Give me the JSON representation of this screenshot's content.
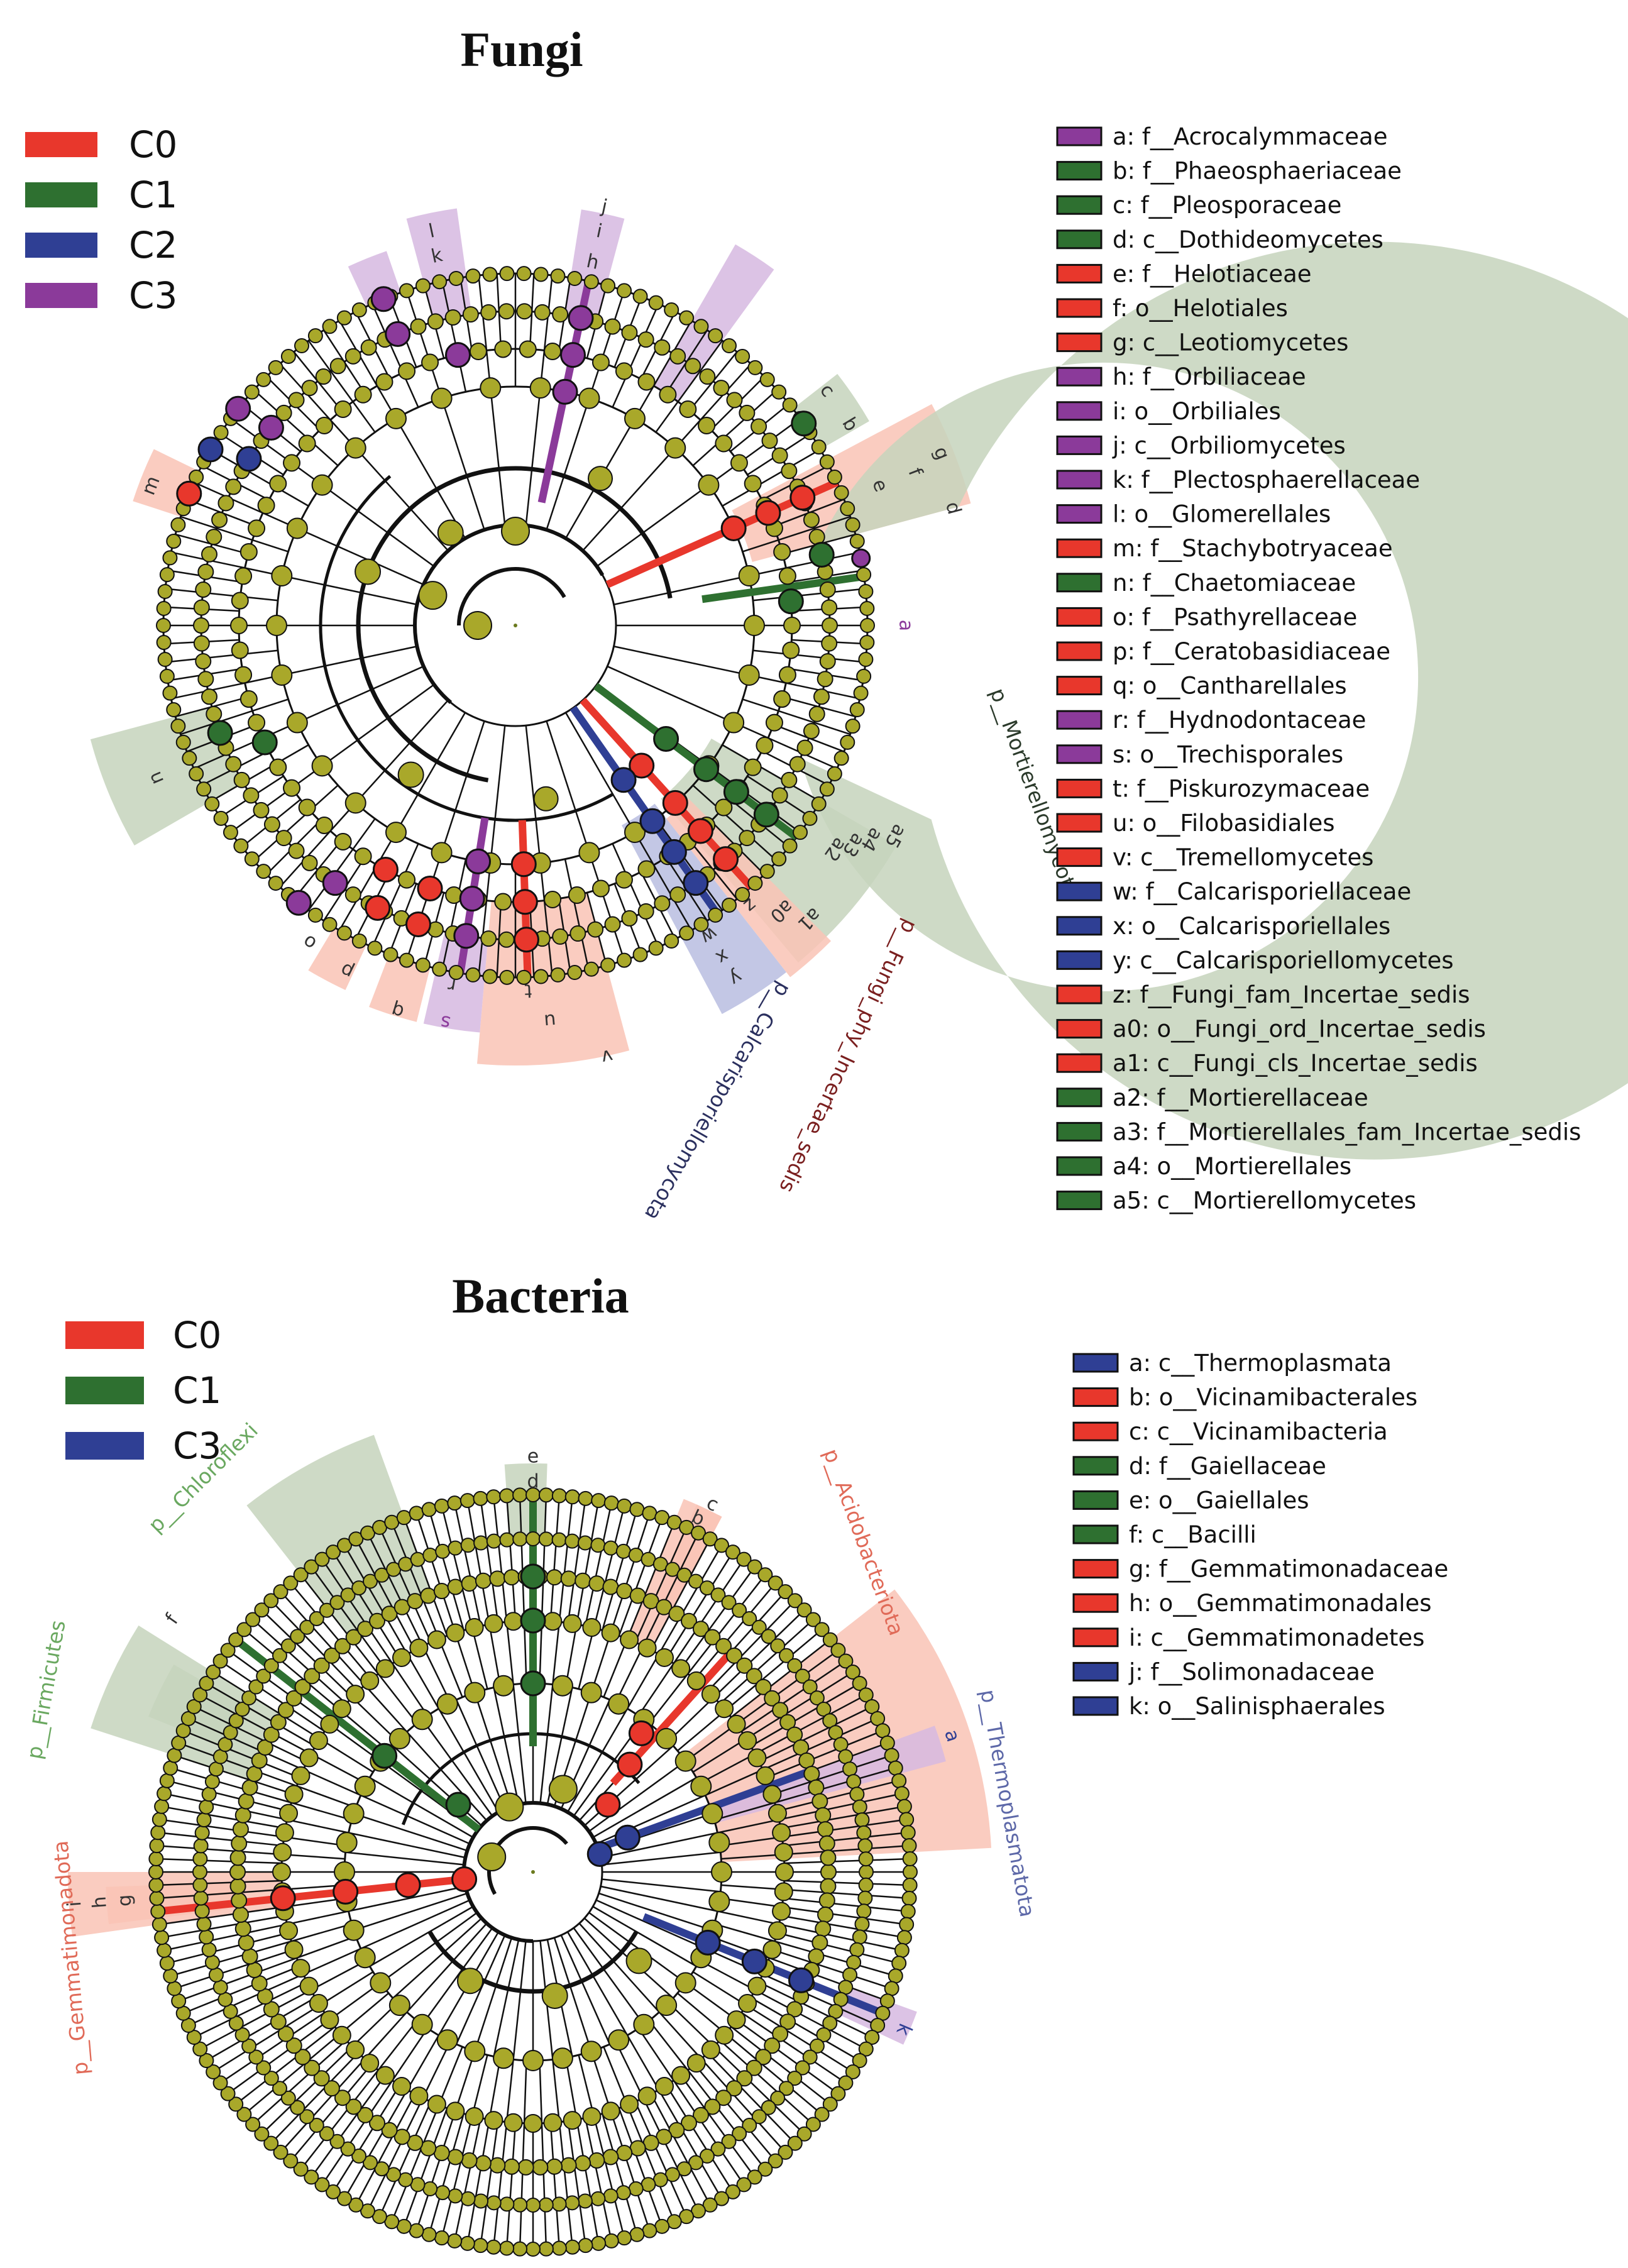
{
  "panels": [
    {
      "id": "fungi",
      "title": "Fungi",
      "groups": [
        {
          "name": "C0",
          "color": "#e8372c"
        },
        {
          "name": "C1",
          "color": "#2e7030"
        },
        {
          "name": "C2",
          "color": "#2f3f94"
        },
        {
          "name": "C3",
          "color": "#8b3a9a"
        }
      ],
      "key": [
        {
          "code": "a",
          "label": "a: f__Acrocalymmaceae",
          "group": "C3"
        },
        {
          "code": "b",
          "label": "b: f__Phaeosphaeriaceae",
          "group": "C1"
        },
        {
          "code": "c",
          "label": "c: f__Pleosporaceae",
          "group": "C1"
        },
        {
          "code": "d",
          "label": "d: c__Dothideomycetes",
          "group": "C1"
        },
        {
          "code": "e",
          "label": "e: f__Helotiaceae",
          "group": "C0"
        },
        {
          "code": "f",
          "label": "f: o__Helotiales",
          "group": "C0"
        },
        {
          "code": "g",
          "label": "g: c__Leotiomycetes",
          "group": "C0"
        },
        {
          "code": "h",
          "label": "h: f__Orbiliaceae",
          "group": "C3"
        },
        {
          "code": "i",
          "label": "i: o__Orbiliales",
          "group": "C3"
        },
        {
          "code": "j",
          "label": "j: c__Orbiliomycetes",
          "group": "C3"
        },
        {
          "code": "k",
          "label": "k: f__Plectosphaerellaceae",
          "group": "C3"
        },
        {
          "code": "l",
          "label": "l: o__Glomerellales",
          "group": "C3"
        },
        {
          "code": "m",
          "label": "m: f__Stachybotryaceae",
          "group": "C0"
        },
        {
          "code": "n",
          "label": "n: f__Chaetomiaceae",
          "group": "C1"
        },
        {
          "code": "o",
          "label": "o: f__Psathyrellaceae",
          "group": "C0"
        },
        {
          "code": "p",
          "label": "p: f__Ceratobasidiaceae",
          "group": "C0"
        },
        {
          "code": "q",
          "label": "q: o__Cantharellales",
          "group": "C0"
        },
        {
          "code": "r",
          "label": "r: f__Hydnodontaceae",
          "group": "C3"
        },
        {
          "code": "s",
          "label": "s: o__Trechisporales",
          "group": "C3"
        },
        {
          "code": "t",
          "label": "t: f__Piskurozymaceae",
          "group": "C0"
        },
        {
          "code": "u",
          "label": "u: o__Filobasidiales",
          "group": "C0"
        },
        {
          "code": "v",
          "label": "v: c__Tremellomycetes",
          "group": "C0"
        },
        {
          "code": "w",
          "label": "w: f__Calcarisporiellaceae",
          "group": "C2"
        },
        {
          "code": "x",
          "label": "x: o__Calcarisporiellales",
          "group": "C2"
        },
        {
          "code": "y",
          "label": "y: c__Calcarisporiellomycetes",
          "group": "C2"
        },
        {
          "code": "z",
          "label": "z: f__Fungi_fam_Incertae_sedis",
          "group": "C0"
        },
        {
          "code": "a0",
          "label": "a0: o__Fungi_ord_Incertae_sedis",
          "group": "C0"
        },
        {
          "code": "a1",
          "label": "a1: c__Fungi_cls_Incertae_sedis",
          "group": "C0"
        },
        {
          "code": "a2",
          "label": "a2: f__Mortierellaceae",
          "group": "C1"
        },
        {
          "code": "a3",
          "label": "a3: f__Mortierellales_fam_Incertae_sedis",
          "group": "C1"
        },
        {
          "code": "a4",
          "label": "a4: o__Mortierellales",
          "group": "C1"
        },
        {
          "code": "a5",
          "label": "a5: c__Mortierellomycetes",
          "group": "C1"
        }
      ],
      "phyla": [
        {
          "label": "p__Mortierellomycota",
          "group": "C1"
        },
        {
          "label": "p__Fungi_phy_Incertae_sedis",
          "group": "C0"
        },
        {
          "label": "p__Calcarisporiellomycota",
          "group": "C2"
        }
      ]
    },
    {
      "id": "bacteria",
      "title": "Bacteria",
      "groups": [
        {
          "name": "C0",
          "color": "#e8372c"
        },
        {
          "name": "C1",
          "color": "#2e7030"
        },
        {
          "name": "C3",
          "color": "#2f3f94"
        }
      ],
      "key": [
        {
          "code": "a",
          "label": "a: c__Thermoplasmata",
          "group": "C3"
        },
        {
          "code": "b",
          "label": "b: o__Vicinamibacterales",
          "group": "C0"
        },
        {
          "code": "c",
          "label": "c: c__Vicinamibacteria",
          "group": "C0"
        },
        {
          "code": "d",
          "label": "d: f__Gaiellaceae",
          "group": "C1"
        },
        {
          "code": "e",
          "label": "e: o__Gaiellales",
          "group": "C1"
        },
        {
          "code": "f",
          "label": "f: c__Bacilli",
          "group": "C1"
        },
        {
          "code": "g",
          "label": "g: f__Gemmatimonadaceae",
          "group": "C0"
        },
        {
          "code": "h",
          "label": "h: o__Gemmatimonadales",
          "group": "C0"
        },
        {
          "code": "i",
          "label": "i: c__Gemmatimonadetes",
          "group": "C0"
        },
        {
          "code": "j",
          "label": "j: f__Solimonadaceae",
          "group": "C3"
        },
        {
          "code": "k",
          "label": "k: o__Salinisphaerales",
          "group": "C3"
        }
      ],
      "phyla": [
        {
          "label": "p__Chloroflexi",
          "group": "C1"
        },
        {
          "label": "p__Firmicutes",
          "group": "C1"
        },
        {
          "label": "p__Gemmatimonadota",
          "group": "C0"
        },
        {
          "label": "p__Acidobacteriota",
          "group": "C0"
        },
        {
          "label": "p__Thermoplasmatota",
          "group": "C3"
        }
      ]
    }
  ]
}
